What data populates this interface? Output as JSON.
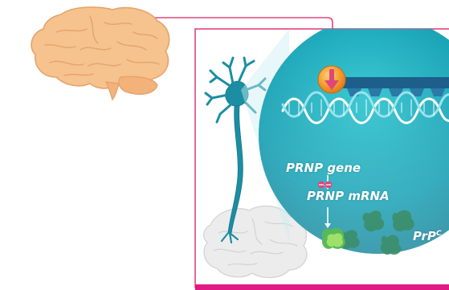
{
  "labels": {
    "gene": "PRNP gene",
    "mrna": "PRNP mRNA",
    "protein": "PrP",
    "protein_sup": "C"
  },
  "colors": {
    "connector": "#e0457b",
    "magenta_bar": "#e01b84",
    "circle_teal": "#1aa7b8",
    "circle_dark": "#0b6f84",
    "neuron": "#1b8ea3",
    "brain_fill": "#f6c28e",
    "brain_stroke": "#e5a46b",
    "ghost_brain": "#e6e6e6",
    "oligo_orange": "#f39a2b",
    "oligo_arrow": "#e0457b",
    "green_protein": "#58b95a"
  },
  "icons": {
    "brain": "brain-icon",
    "neuron": "neuron-icon",
    "oligo": "down-arrow-badge-icon",
    "dna": "dna-helix-icon",
    "ribosome": "mrna-dots-icon",
    "protein": "protein-blob-icon"
  }
}
